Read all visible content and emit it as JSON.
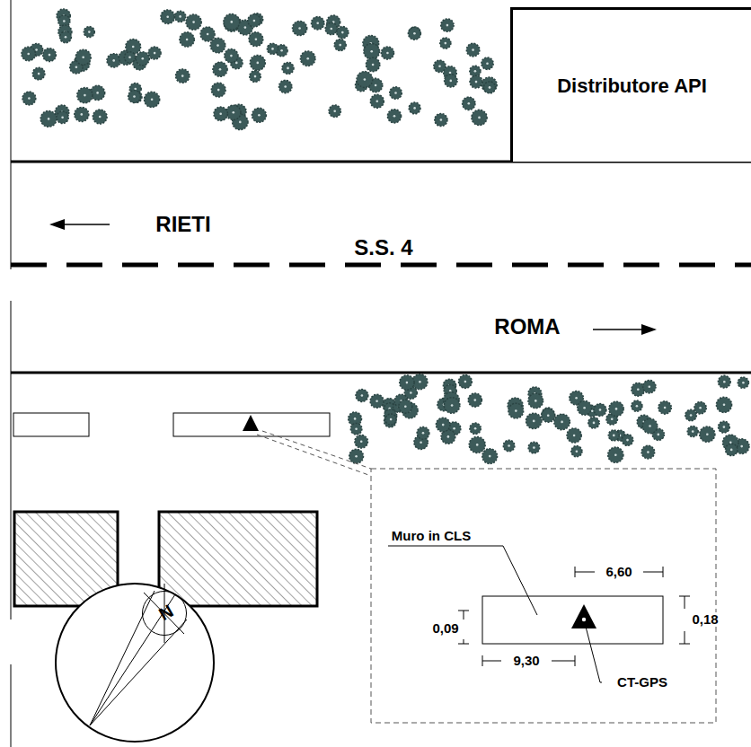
{
  "diagram": {
    "nodes": [
      {
        "text": [
          "Distributore API"
        ]
      },
      {
        "text": [
          "N"
        ]
      }
    ],
    "labels": [
      "RIETI",
      "S.S. 4",
      "ROMA",
      "Muro in CLS",
      "6,60",
      "0,18",
      "0,09",
      "9,30",
      "CT-GPS"
    ]
  }
}
